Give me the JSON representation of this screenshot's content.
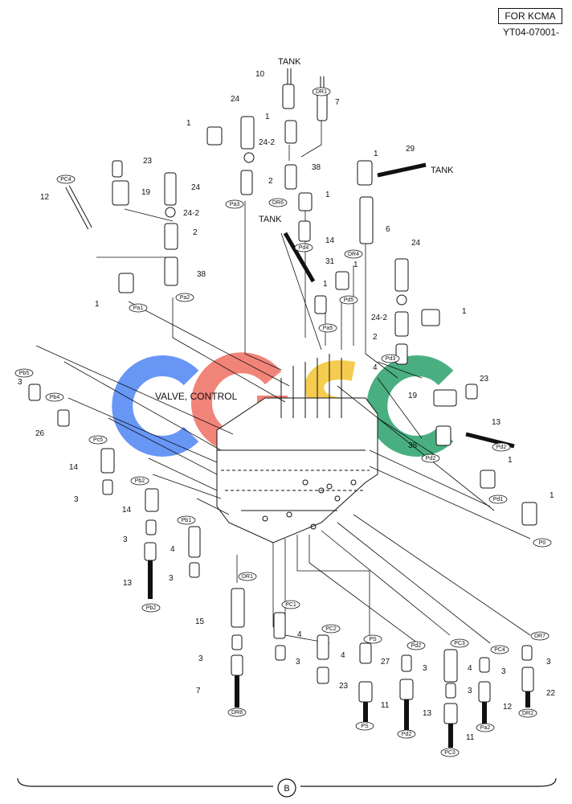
{
  "header": {
    "variant": "FOR KCMA",
    "code": "YT04-07001-"
  },
  "title": "VALVE, CONTROL",
  "section_label": "B",
  "watermark": {
    "text": "CGSC",
    "colors": [
      "#5b8ef5",
      "#f07a6e",
      "#f5c842",
      "#3aa876"
    ]
  },
  "labels": {
    "tank": "TANK",
    "n1": "1",
    "n2": "2",
    "n3": "3",
    "n4": "4",
    "n6": "6",
    "n7": "7",
    "n10": "10",
    "n11": "11",
    "n12": "12",
    "n13": "13",
    "n14": "14",
    "n15": "15",
    "n19": "19",
    "n22": "22",
    "n23": "23",
    "n24": "24",
    "n24_2": "24-2",
    "n26": "26",
    "n27": "27",
    "n29": "29",
    "n31": "31",
    "n38": "38"
  },
  "ports": {
    "pc4": "PC4",
    "pa3": "Pa3",
    "dr1": "DR1",
    "dr6": "DR6",
    "dr4": "DR4",
    "pd4": "Pd4",
    "pd5": "Pd5",
    "pa5": "Pa5",
    "pd3": "Pd3",
    "pa1": "Pa1",
    "pa2": "Pa2",
    "pb5": "Pb5",
    "pb4": "Pb4",
    "pc5": "Pc5",
    "pb2": "Pb2",
    "pb1": "Pb1",
    "pd2": "Pd2",
    "pd1": "Pd1",
    "p0": "P0",
    "pc1": "PC1",
    "pc2": "PC2",
    "ps": "PS",
    "pd2b": "Pd2",
    "pc3": "PC3",
    "dr7": "DR7",
    "pc4b": "PC4",
    "dr8": "DR8",
    "dr2": "DR2",
    "pb2b": "Pb2"
  }
}
